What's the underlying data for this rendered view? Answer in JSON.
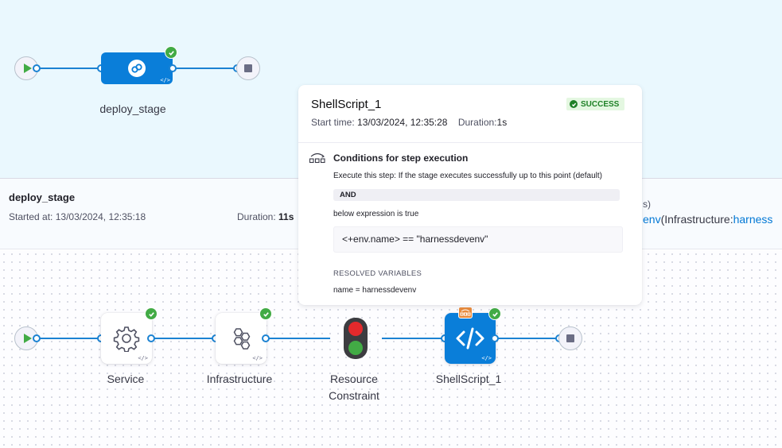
{
  "top_pipeline": {
    "stage_label": "deploy_stage",
    "code_glyph": "</>"
  },
  "execution": {
    "title": "deploy_stage",
    "started_label": "Started at:",
    "started_value": "13/03/2024, 12:35:18",
    "duration_label": "Duration:",
    "duration_value": "11s",
    "right_top_text": "s)",
    "right_link_prefix": "env",
    "right_link_middle": "(Infrastructure:",
    "right_link_suffix": "harness"
  },
  "steps": [
    {
      "label": "Service"
    },
    {
      "label": "Infrastructure"
    },
    {
      "label": "Resource\nConstraint"
    },
    {
      "label": "ShellScript_1"
    }
  ],
  "popover": {
    "title": "ShellScript_1",
    "status": "SUCCESS",
    "start_label": "Start time:",
    "start_value": "13/03/2024, 12:35:28",
    "duration_label": "Duration:",
    "duration_value": "1s",
    "conditions_title": "Conditions for step execution",
    "execute_text": "Execute this step: If the stage executes successfully up to this point (default)",
    "and_label": "AND",
    "below_text": "below expression is true",
    "expression": "<+env.name> == \"harnessdevenv\"",
    "resolved_title": "RESOLVED VARIABLES",
    "resolved_item": "name = harnessdevenv"
  },
  "colors": {
    "accent": "#0a7ed9",
    "connector": "#1b82d2",
    "success": "#42ab45",
    "top_canvas_bg": "#eaf8fe",
    "link": "#0278d5"
  },
  "icons": [
    "play-icon",
    "stop-icon",
    "check-icon",
    "deploy-stage-icon",
    "gear-icon",
    "hexagons-icon",
    "traffic-light-icon",
    "code-icon",
    "conditional-icon"
  ]
}
